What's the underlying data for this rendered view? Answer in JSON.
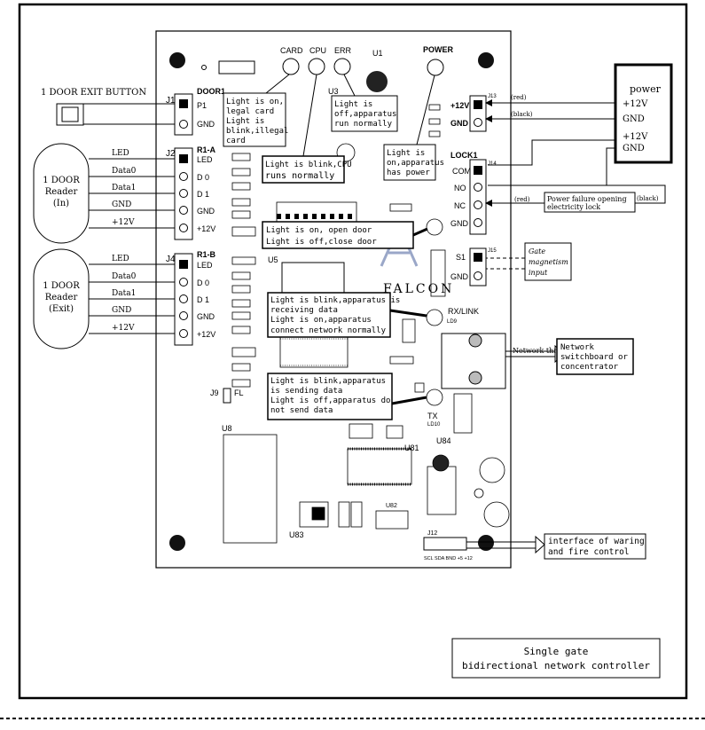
{
  "exit_button": {
    "label": "1 DOOR EXIT BUTTON"
  },
  "reader_in": {
    "title_lines": [
      "1 DOOR",
      "Reader",
      "(In)"
    ]
  },
  "reader_exit": {
    "title_lines": [
      "1 DOOR",
      "Reader",
      "(Exit)"
    ]
  },
  "reader_wires": [
    "LED",
    "Data0",
    "Data1",
    "GND",
    "+12V"
  ],
  "connectors": {
    "j1": {
      "name": "J1",
      "pins": [
        "P1",
        "GND"
      ]
    },
    "j2": {
      "name": "J2",
      "header": "R1-A",
      "pins": [
        "LED",
        "D 0",
        "D 1",
        "GND",
        "+12V"
      ]
    },
    "j4": {
      "name": "J4",
      "header": "R1-B",
      "pins": [
        "LED",
        "D 0",
        "D 1",
        "GND",
        "+12V"
      ]
    },
    "j13": {
      "name": "J13",
      "pins": [
        "+12V",
        "GND"
      ]
    },
    "j14": {
      "name": "J14",
      "header": "LOCK1",
      "pins": [
        "COM",
        "NO",
        "NC",
        "GND"
      ]
    },
    "j15": {
      "name": "J15",
      "pins": [
        "S1",
        "GND"
      ]
    },
    "j9": {
      "name": "J9",
      "label": "FL"
    },
    "j12": {
      "name": "J12",
      "pins_label": "SCL SDA BND +5 +12"
    }
  },
  "board_labels": {
    "door1": "DOOR1",
    "card": "CARD",
    "cpu": "CPU",
    "err": "ERR",
    "power": "POWER",
    "u1": "U1",
    "u3": "U3",
    "u5": "U5",
    "u8": "U8",
    "u81": "U81",
    "u82": "U82",
    "u83": "U83",
    "u84": "U84",
    "rx_link": "RX/LINK",
    "tx": "TX",
    "ld9": "LD9",
    "ld10": "LD10",
    "watermark": "FALCON"
  },
  "annotations": {
    "card_led": [
      "Light is on,",
      "legal card",
      "Light is",
      "blink,illegal",
      "card"
    ],
    "err_led": [
      "Light is",
      "off,apparatus",
      "run normally"
    ],
    "power_led": [
      "Light is",
      "on,apparatus",
      "has power"
    ],
    "cpu_led": [
      "Light is blink,CPU",
      "runs normally"
    ],
    "relay": [
      "Light is on, open door",
      "Light is off,close door"
    ],
    "rx_link": [
      "Light is blink,apparatus is",
      "receiving data",
      "Light is on,apparatus",
      "connect network normally"
    ],
    "tx": [
      "Light is blink,apparatus",
      "is sending data",
      "Light is off,apparatus do",
      "not send data"
    ]
  },
  "power_supply": {
    "title": "power",
    "lines": [
      "+12V",
      "GND",
      "+12V",
      "GND"
    ]
  },
  "wire_labels": {
    "red_1": "(red)",
    "black_1": "(black)",
    "red_2": "(red)",
    "black_2": "(black)"
  },
  "callouts": {
    "power_failure": [
      "Power failure opening",
      "electricity lock"
    ],
    "gate_magnetism": [
      "Gate",
      "magnetism",
      "input"
    ],
    "network_thread": "Network thread",
    "network_switch": [
      "Network",
      "switchboard or",
      "concentrator"
    ],
    "alarm": [
      "interface of waring",
      "and fire control"
    ]
  },
  "title_box": [
    "Single gate",
    "bidirectional network controller"
  ]
}
